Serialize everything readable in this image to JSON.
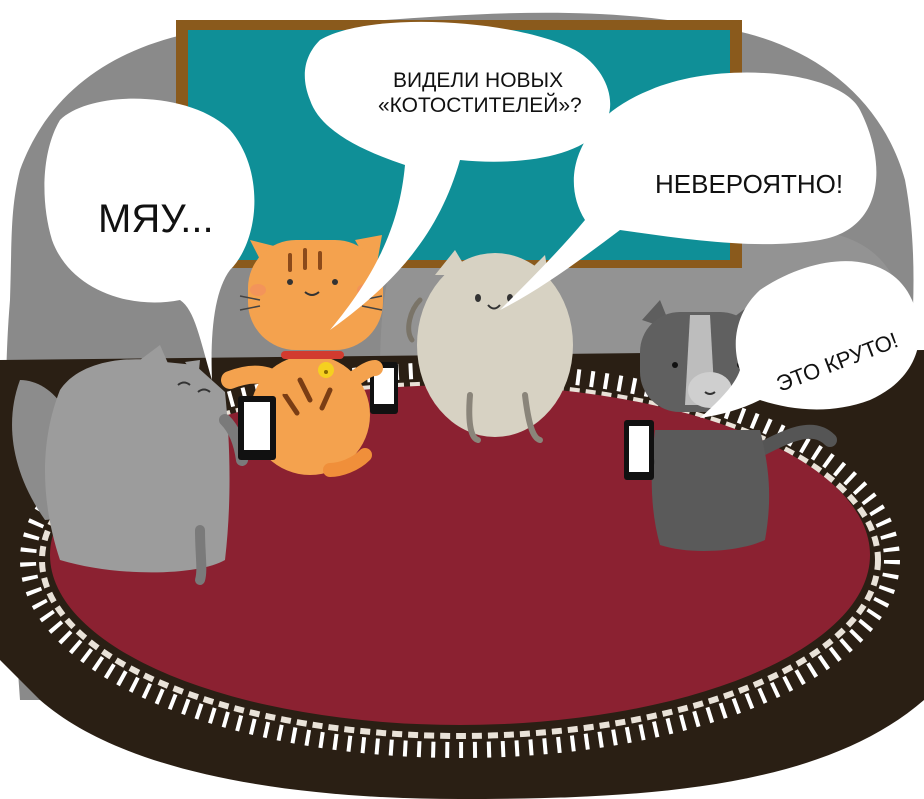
{
  "bubbles": {
    "meow": "МЯУ...",
    "question_line1": "ВИДЕЛИ НОВЫХ",
    "question_line2": "«КОТОСТИТЕЛЕЙ»?",
    "incredible": "НЕВЕРОЯТНО!",
    "cool": "ЭТО КРУТО!"
  },
  "colors": {
    "wall": "#8a8a8a",
    "floor": "#2a1f14",
    "rug": "#8b2131",
    "window_glass": "#0f8f97",
    "window_frame": "#8a5a1c",
    "orange_cat": "#f4a24e",
    "cream_cat": "#d7d2c3",
    "grey_cat": "#9c9c9c",
    "dark_cat": "#555555"
  },
  "icons": [
    "phone-icon",
    "bell-icon"
  ]
}
